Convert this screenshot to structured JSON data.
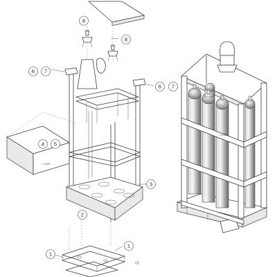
{
  "callouts": {
    "c8a": "8",
    "c8b": "8",
    "c6a": "6",
    "c7a": "7",
    "c6b": "6",
    "c7b": "7",
    "c4": "4",
    "c5": "5",
    "c3": "3",
    "c2": "2",
    "c1a": "1",
    "c1b": "1"
  },
  "colors": {
    "line": "#3a3a3a",
    "cylinder_light": "#f4f4f4",
    "cylinder_dark": "#6f6f6f"
  }
}
